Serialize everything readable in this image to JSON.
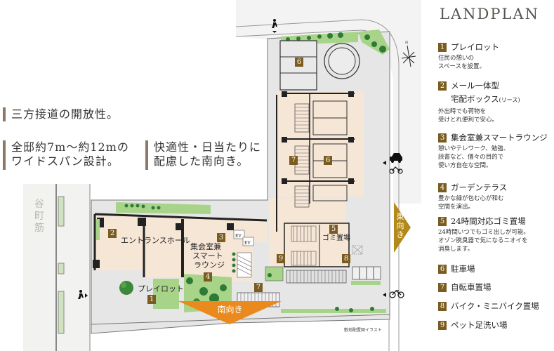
{
  "taglines": [
    {
      "lines": [
        "三方接道の開放性。"
      ]
    },
    {
      "lines": [
        "全邸約7m〜約12mの",
        "ワイドスパン設計。"
      ]
    },
    {
      "lines": [
        "快適性・日当たりに",
        "配慮した南向き。"
      ]
    }
  ],
  "legend": {
    "title": "LANDPLAN",
    "items": [
      {
        "num": "1",
        "name": "プレイロット",
        "desc": "住民の憩いの\nスペースを設置。"
      },
      {
        "num": "2",
        "name": "メール一体型",
        "name2": "宅配ボックス",
        "name2_note": "(リース)",
        "desc": "外出時でも荷物を\n受けとれ便利で安心。"
      },
      {
        "num": "3",
        "name": "集会室兼スマートラウンジ",
        "desc": "憩いやテレワーク、勉強、\n読書など、個々の目的で\n使い方自在な空間。"
      },
      {
        "num": "4",
        "name": "ガーデンテラス",
        "desc": "豊かな緑が包む心が和む\n空間を演出。"
      },
      {
        "num": "5",
        "name": "24時間対応ゴミ置場",
        "desc": "24時間いつでもゴミ出しが可能。\nオゾン脱臭器で気になるニオイを\n消臭します。"
      },
      {
        "num": "6",
        "name": "駐車場"
      },
      {
        "num": "7",
        "name": "自転車置場"
      },
      {
        "num": "8",
        "name": "バイク・ミニバイク置場"
      },
      {
        "num": "9",
        "name": "ペット足洗い場"
      }
    ]
  },
  "map": {
    "street_name": "谷町筋",
    "labels": {
      "entrance_hall": "エントランスホール",
      "lounge": [
        "集会室兼",
        "スマート",
        "ラウンジ"
      ],
      "playlot": "プレイロット",
      "garbage": "ゴミ置場",
      "ev1": "EV",
      "ev2": "EV"
    },
    "badges": [
      "1",
      "2",
      "3",
      "4",
      "5",
      "6",
      "6",
      "7",
      "7",
      "8",
      "9"
    ],
    "direction_south": "南向き",
    "direction_east": "東向き",
    "credit": "敷地配置図イラスト",
    "colors": {
      "badge": "#7a5c20",
      "building": "#f6e6d6",
      "ground": "#e9e9e9",
      "green": "#a8d48a",
      "south_arrow": "#ea8a1e",
      "east_arrow": "#b38a1a"
    }
  }
}
